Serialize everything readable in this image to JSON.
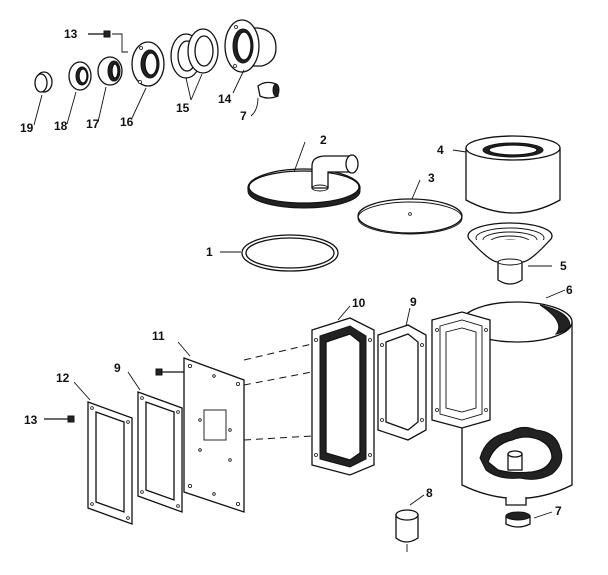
{
  "labels": {
    "p1": "1",
    "p2": "2",
    "p3": "3",
    "p4": "4",
    "p5": "5",
    "p6": "6",
    "p7a": "7",
    "p7b": "7",
    "p8": "8",
    "p9a": "9",
    "p9b": "9",
    "p10": "10",
    "p11": "11",
    "p12": "12",
    "p13a": "13",
    "p13b": "13",
    "p14": "14",
    "p15": "15",
    "p16": "16",
    "p17": "17",
    "p18": "18",
    "p19": "19"
  }
}
